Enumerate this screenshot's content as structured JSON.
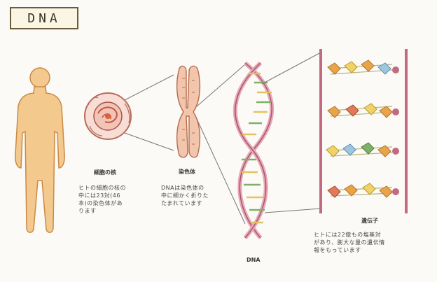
{
  "title": "DNA",
  "labels": {
    "nucleus": "細胞の核",
    "chromosome": "染色体",
    "dna": "DNA",
    "gene": "遺伝子"
  },
  "captions": {
    "nucleus": [
      "ヒトの細胞の核の",
      "中には23対(46",
      "本)の染色体があ",
      "ります"
    ],
    "chromosome": [
      "DNAは染色体の",
      "中に細かく折りた",
      "たまれています"
    ],
    "gene": [
      "ヒトには22億もの塩基対",
      "があり、膨大な量の遺伝情",
      "報をもっています"
    ]
  }
}
